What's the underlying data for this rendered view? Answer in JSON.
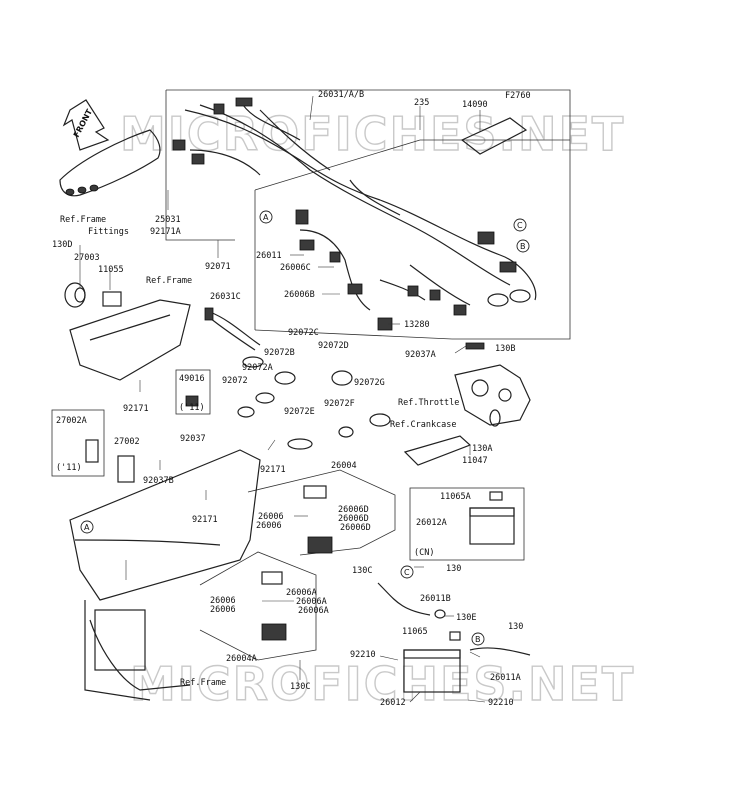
{
  "diagram_code": "F2760",
  "front_label": "FRONT",
  "watermark": "MICROFICHES.NET",
  "callouts": [
    "A",
    "B",
    "C"
  ],
  "labels": [
    {
      "id": "26031-a-b",
      "text": "26031/A/B"
    },
    {
      "id": "235",
      "text": "235"
    },
    {
      "id": "14090",
      "text": "14090"
    },
    {
      "id": "ref-frame-fittings-1",
      "text": "Ref.Frame"
    },
    {
      "id": "ref-frame-fittings-2",
      "text": "Fittings"
    },
    {
      "id": "25031",
      "text": "25031"
    },
    {
      "id": "92171a",
      "text": "92171A"
    },
    {
      "id": "130d",
      "text": "130D"
    },
    {
      "id": "27003",
      "text": "27003"
    },
    {
      "id": "11055",
      "text": "11055"
    },
    {
      "id": "ref-frame-1",
      "text": "Ref.Frame"
    },
    {
      "id": "92071",
      "text": "92071"
    },
    {
      "id": "26011",
      "text": "26011"
    },
    {
      "id": "26006c",
      "text": "26006C"
    },
    {
      "id": "26006b",
      "text": "26006B"
    },
    {
      "id": "13280",
      "text": "13280"
    },
    {
      "id": "26031c",
      "text": "26031C"
    },
    {
      "id": "92072c",
      "text": "92072C"
    },
    {
      "id": "92072b",
      "text": "92072B"
    },
    {
      "id": "92072d",
      "text": "92072D"
    },
    {
      "id": "92037a",
      "text": "92037A"
    },
    {
      "id": "130b",
      "text": "130B"
    },
    {
      "id": "92072a",
      "text": "92072A"
    },
    {
      "id": "92072",
      "text": "92072"
    },
    {
      "id": "92072g",
      "text": "92072G"
    },
    {
      "id": "49016",
      "text": "49016"
    },
    {
      "id": "49016-yr",
      "text": "('11)"
    },
    {
      "id": "ref-throttle",
      "text": "Ref.Throttle"
    },
    {
      "id": "92072f",
      "text": "92072F"
    },
    {
      "id": "92072e",
      "text": "92072E"
    },
    {
      "id": "92171-1",
      "text": "92171"
    },
    {
      "id": "ref-crankcase",
      "text": "Ref.Crankcase"
    },
    {
      "id": "27002a",
      "text": "27002A"
    },
    {
      "id": "27002a-yr",
      "text": "('11)"
    },
    {
      "id": "27002",
      "text": "27002"
    },
    {
      "id": "92037",
      "text": "92037"
    },
    {
      "id": "130a",
      "text": "130A"
    },
    {
      "id": "11047",
      "text": "11047"
    },
    {
      "id": "92171-2",
      "text": "92171"
    },
    {
      "id": "26004",
      "text": "26004"
    },
    {
      "id": "92037b",
      "text": "92037B"
    },
    {
      "id": "11065a",
      "text": "11065A"
    },
    {
      "id": "26012a",
      "text": "26012A"
    },
    {
      "id": "cn",
      "text": "(CN)"
    },
    {
      "id": "92171-3",
      "text": "92171"
    },
    {
      "id": "26006-1",
      "text": "26006"
    },
    {
      "id": "26006-2",
      "text": "26006"
    },
    {
      "id": "26006d-1",
      "text": "26006D"
    },
    {
      "id": "26006d-2",
      "text": "26006D"
    },
    {
      "id": "26006d-3",
      "text": "26006D"
    },
    {
      "id": "130c-1",
      "text": "130C"
    },
    {
      "id": "130-1",
      "text": "130"
    },
    {
      "id": "26006-3",
      "text": "26006"
    },
    {
      "id": "26006-4",
      "text": "26006"
    },
    {
      "id": "26006a-1",
      "text": "26006A"
    },
    {
      "id": "26006a-2",
      "text": "26006A"
    },
    {
      "id": "26006a-3",
      "text": "26006A"
    },
    {
      "id": "26011b",
      "text": "26011B"
    },
    {
      "id": "130e",
      "text": "130E"
    },
    {
      "id": "11065",
      "text": "11065"
    },
    {
      "id": "130-2",
      "text": "130"
    },
    {
      "id": "26004a",
      "text": "26004A"
    },
    {
      "id": "92210-1",
      "text": "92210"
    },
    {
      "id": "26011a",
      "text": "26011A"
    },
    {
      "id": "ref-frame-2",
      "text": "Ref.Frame"
    },
    {
      "id": "130c-2",
      "text": "130C"
    },
    {
      "id": "26012",
      "text": "26012"
    },
    {
      "id": "92210-2",
      "text": "92210"
    }
  ]
}
